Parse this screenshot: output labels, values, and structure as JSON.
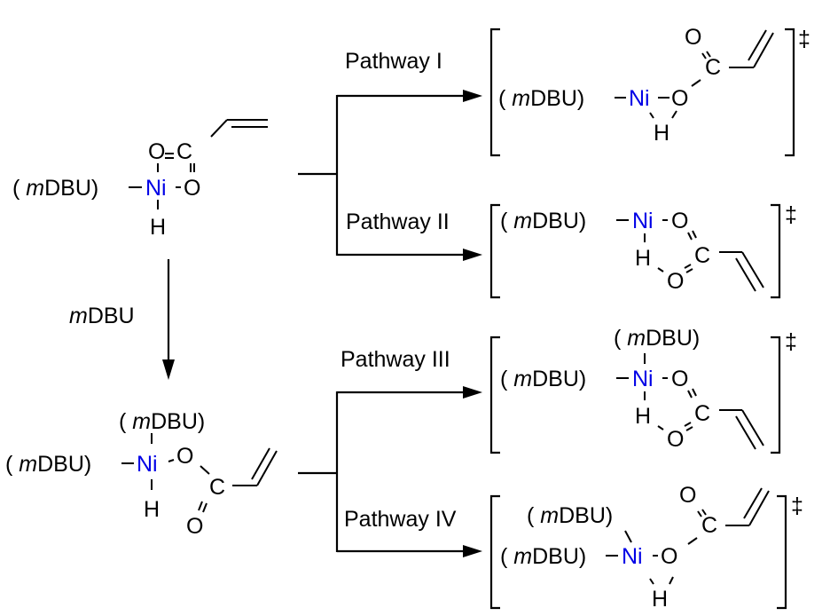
{
  "diagram": {
    "type": "reaction-scheme",
    "colors": {
      "nickel": "#0000e6",
      "default": "#000000"
    },
    "ligand": {
      "prefix": "m",
      "suffix": "DBU"
    },
    "atoms": {
      "ni": "Ni",
      "o": "O",
      "c": "C",
      "h": "H"
    },
    "dagger": "‡",
    "paren_open": "( ",
    "paren_close": ")",
    "reagent_arrow": {
      "prefix": "m",
      "suffix": "DBU"
    },
    "species": [
      {
        "id": "start",
        "description": "(mDBU)Ni(H)(κ2-O2C-CH=CH2)"
      },
      {
        "id": "bis-ligand",
        "description": "(mDBU)2Ni(H)(O2C-CH=CH2)"
      }
    ],
    "pathways": [
      {
        "label": "Pathway I",
        "ts": "Ni–H…O four-membered TS"
      },
      {
        "label": "Pathway II",
        "ts": "Ni–O…C=O…H six-membered TS"
      },
      {
        "label": "Pathway III",
        "ts": "bis-mDBU six-membered TS"
      },
      {
        "label": "Pathway IV",
        "ts": "bis-mDBU four-membered TS"
      }
    ]
  }
}
